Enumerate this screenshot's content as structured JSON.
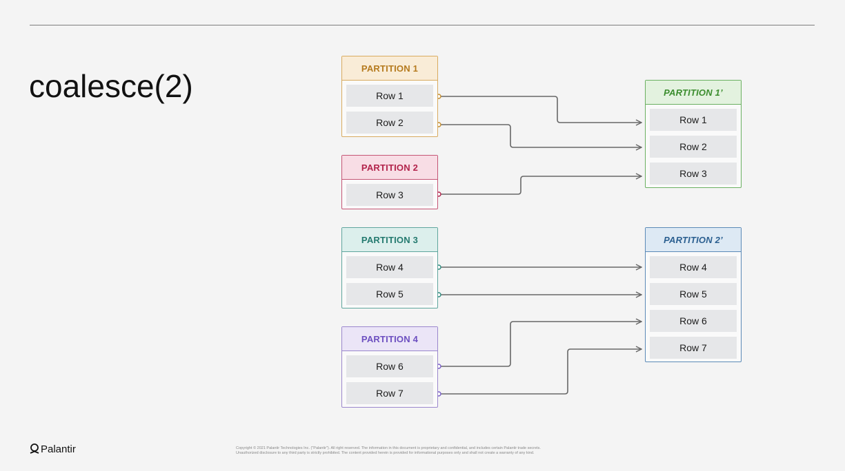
{
  "slide": {
    "title": "coalesce(2)"
  },
  "partitions_in": [
    {
      "id": "p1",
      "title": "PARTITION 1",
      "rows": [
        "Row 1",
        "Row 2"
      ],
      "color": "#b57a1e"
    },
    {
      "id": "p2",
      "title": "PARTITION 2",
      "rows": [
        "Row 3"
      ],
      "color": "#b2234b"
    },
    {
      "id": "p3",
      "title": "PARTITION 3",
      "rows": [
        "Row 4",
        "Row 5"
      ],
      "color": "#247a6f"
    },
    {
      "id": "p4",
      "title": "PARTITION 4",
      "rows": [
        "Row 6",
        "Row 7"
      ],
      "color": "#6c4fc0"
    }
  ],
  "partitions_out": [
    {
      "id": "po1",
      "title": "PARTITION 1’",
      "rows": [
        "Row 1",
        "Row 2",
        "Row 3"
      ],
      "color": "#3b8d2e"
    },
    {
      "id": "po2",
      "title": "PARTITION 2’",
      "rows": [
        "Row 4",
        "Row 5",
        "Row 6",
        "Row 7"
      ],
      "color": "#2b5f90"
    }
  ],
  "links": [
    {
      "from": "Row 1",
      "to": "Row 1 in PARTITION 1’"
    },
    {
      "from": "Row 2",
      "to": "Row 2 in PARTITION 1’"
    },
    {
      "from": "Row 3",
      "to": "Row 3 in PARTITION 1’"
    },
    {
      "from": "Row 4",
      "to": "Row 4 in PARTITION 2’"
    },
    {
      "from": "Row 5",
      "to": "Row 5 in PARTITION 2’"
    },
    {
      "from": "Row 6",
      "to": "Row 6 in PARTITION 2’"
    },
    {
      "from": "Row 7",
      "to": "Row 7 in PARTITION 2’"
    }
  ],
  "footer": {
    "logo": "Palantir",
    "logo_icon": "palantir-logo-icon",
    "copyright_line1": "Copyright © 2021 Palantir Technologies Inc. (\"Palantir\"). All right reserved. The information in this document is proprietary and confidential, and includes certain Palantir trade secrets.",
    "copyright_line2": "Unauthorized disclosure to any third party is strictly prohibited. The content provided herein is provided for informational purposes only and shall not create a warranty of any kind."
  }
}
